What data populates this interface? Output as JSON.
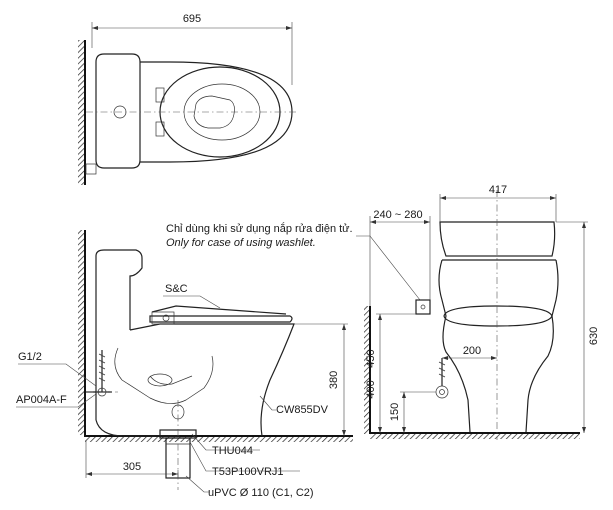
{
  "top_view": {
    "dim_width": "695"
  },
  "front_view": {
    "label_sc": "S&C",
    "label_g12": "G1/2",
    "label_ap004af": "AP004A-F",
    "label_cw855dv": "CW855DV",
    "label_thu044": "THU044",
    "label_t53p": "T53P100VRJ1",
    "label_upvc": "uPVC Ø 110 (C1, C2)",
    "dim_305": "305",
    "dim_380": "380"
  },
  "side_view": {
    "dim_417": "417",
    "dim_240_280": "240 ~ 280",
    "dim_200": "200",
    "dim_400_450": "400 ~ 450",
    "dim_150": "150",
    "dim_630": "630"
  },
  "note": {
    "vi": "Chỉ dùng khi sử dụng nắp rửa điện tử.",
    "en": "Only for case of using washlet."
  }
}
